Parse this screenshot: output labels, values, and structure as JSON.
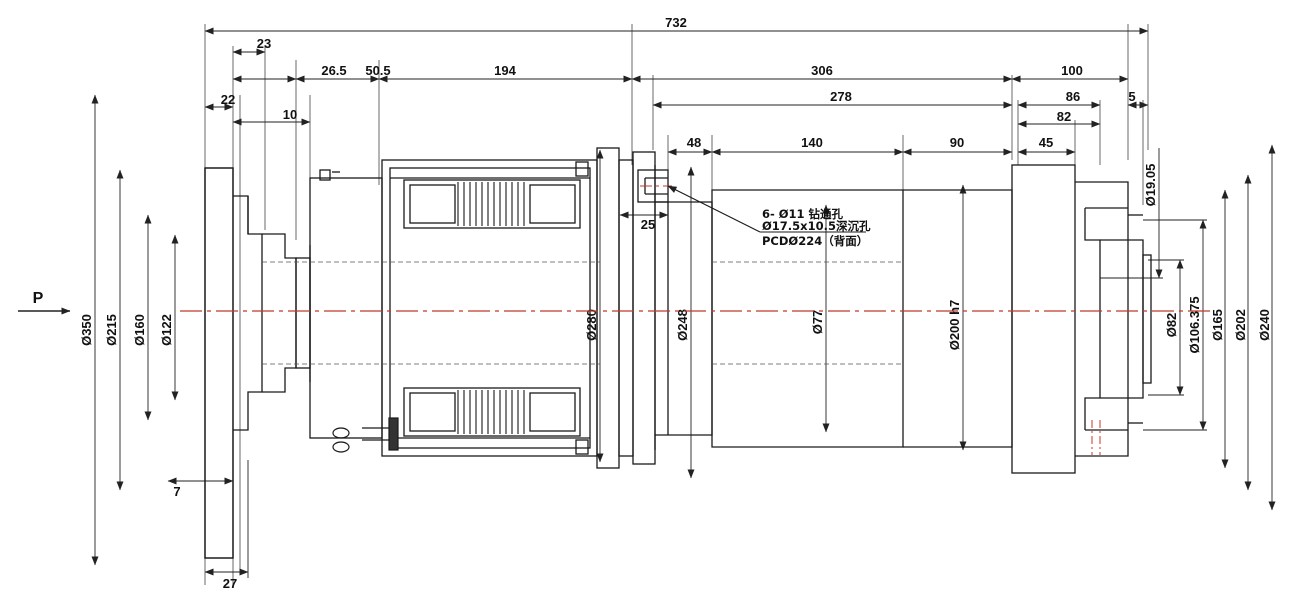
{
  "drawing": {
    "type": "mechanical-cross-section",
    "subject": "motorized spindle assembly",
    "overall_length": "732",
    "view_label": "P",
    "colors": {
      "outline": "#1a1a1a",
      "dimension": "#2b2b2b",
      "centerline": "#c0392b",
      "background": "#ffffff"
    }
  },
  "horizontal_dimensions": {
    "overall": "732",
    "row2": [
      "23",
      "26.5",
      "50.5",
      "194",
      "306",
      "100"
    ],
    "row3": [
      "278",
      "86",
      "5"
    ],
    "row4": [
      "22",
      "10",
      "82"
    ],
    "row5": [
      "48",
      "140",
      "90",
      "45"
    ],
    "detail": [
      "25"
    ],
    "bottom": [
      "7",
      "27"
    ]
  },
  "labels": {
    "l732": "732",
    "l23": "23",
    "l26_5": "26.5",
    "l50_5": "50.5",
    "l194": "194",
    "l306": "306",
    "l100": "100",
    "l278": "278",
    "l86": "86",
    "l5": "5",
    "l22": "22",
    "l10": "10",
    "l82": "82",
    "l48": "48",
    "l140": "140",
    "l90": "90",
    "l45": "45",
    "l25": "25",
    "l7": "7",
    "l27": "27",
    "p": "P"
  },
  "diameters": {
    "left": [
      "Ø350",
      "Ø215",
      "Ø160",
      "Ø122"
    ],
    "center": [
      "Ø280",
      "Ø248",
      "Ø77",
      "Ø200 h7"
    ],
    "right": [
      "Ø19.05",
      "Ø82",
      "Ø106.375",
      "Ø165",
      "Ø202",
      "Ø240"
    ],
    "d350": "Ø350",
    "d215": "Ø215",
    "d160": "Ø160",
    "d122": "Ø122",
    "d280": "Ø280",
    "d248": "Ø248",
    "d77": "Ø77",
    "d200h7": "Ø200 h7",
    "d1905": "Ø19.05",
    "d82": "Ø82",
    "d106375": "Ø106.375",
    "d165": "Ø165",
    "d202": "Ø202",
    "d240": "Ø240"
  },
  "annotation": {
    "line1": "6- Ø11 钻通孔",
    "line2": "Ø17.5x10.5深沉孔",
    "line3": "PCDØ224（背面）"
  }
}
